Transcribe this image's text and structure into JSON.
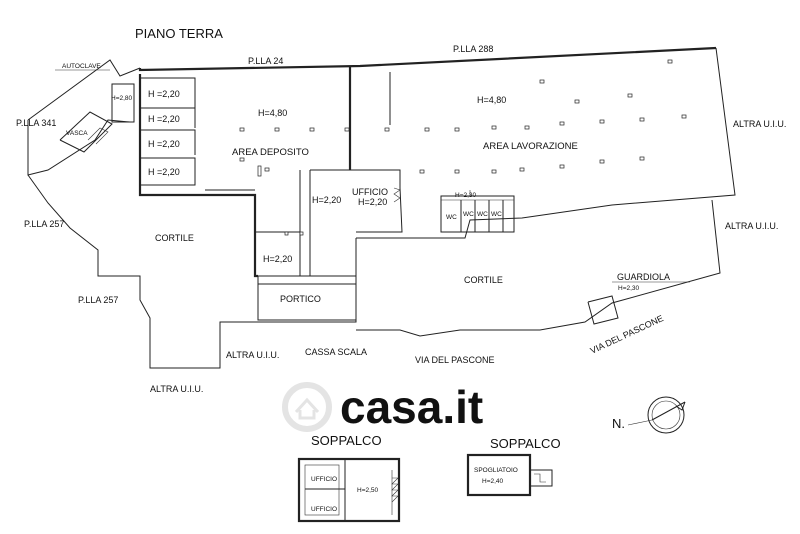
{
  "titles": {
    "piano_terra": "PIANO TERRA",
    "soppalco_left": "SOPPALCO",
    "soppalco_right": "SOPPALCO"
  },
  "parcels": {
    "plla_24": "P.LLA 24",
    "plla_288": "P.LLA 288",
    "plla_341": "P.LLA 341",
    "plla_257_a": "P.LLA 257",
    "plla_257_b": "P.LLA 257"
  },
  "neighbours": {
    "altra_uiu_right_top": "ALTRA U.I.U.",
    "altra_uiu_right_mid": "ALTRA U.I.U.",
    "altra_uiu_bottom": "ALTRA U.I.U.",
    "altra_uiu_bottom_left": "ALTRA U.I.U."
  },
  "rooms": {
    "autoclave": "AUTOCLAVE",
    "h_autoclave": "H=2,80",
    "vasca": "VASCA",
    "h_220_a": "H =2,20",
    "h_220_b": "H =2,20",
    "h_220_c": "H =2,20",
    "h_220_d": "H =2,20",
    "h_deposito": "H=4,80",
    "area_deposito": "AREA DEPOSITO",
    "h_lavorazione": "H=4,80",
    "area_lavorazione": "AREA  LAVORAZIONE",
    "ufficio": "UFFICIO",
    "h_ufficio": "H=2,20",
    "h_room_mid": "H=2,20",
    "h_room_low": "H=2,20",
    "h_wc": "H=2,30",
    "wc_1": "WC",
    "wc_2": "WC",
    "wc_3": "WC",
    "wc_4": "WC",
    "cortile_left": "CORTILE",
    "cortile_right": "CORTILE",
    "portico": "PORTICO",
    "guardiola": "GUARDIOLA",
    "h_guardiola": "H=2,30",
    "cassa_scala": "CASSA SCALA",
    "via_pascone_front": "VIA DEL PASCONE",
    "via_pascone_diag": "VIA DEL PASCONE"
  },
  "soppalco": {
    "ufficio_top": "UFFICIO",
    "ufficio_bottom": "UFFICIO",
    "h_250": "H=2,50",
    "spogliatoio": "SPOGLIATOIO",
    "h_240": "H=2,40"
  },
  "compass": {
    "north": "N."
  },
  "watermark": {
    "text": "casa.it"
  }
}
